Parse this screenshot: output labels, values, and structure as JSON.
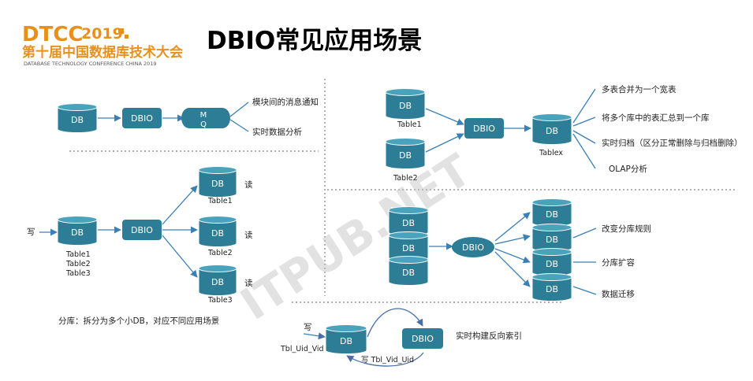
{
  "header": {
    "logo_main": "DTCC",
    "logo_year": "2019",
    "conference_cn": "第十届中国数据库技术大会",
    "conference_en": "DATABASE  TECHNOLOGY  CONFERENCE CHINA 2019",
    "title": "DBIO常见应用场景",
    "brand_orange": "#e8901c",
    "title_color": "#000000"
  },
  "colors": {
    "db_fill": "#2e7d96",
    "db_top": "#4aa3bd",
    "dbio_fill": "#2e7d96",
    "arrow": "#3a7fb5",
    "watermark": "#bfbfbf"
  },
  "watermark": "ITPUB.NET",
  "scenario1": {
    "db": "DB",
    "dbio": "DBIO",
    "mq_line1": "M",
    "mq_line2": "Q",
    "out1": "模块间的消息通知",
    "out2": "实时数据分析"
  },
  "scenario2": {
    "write": "写",
    "db": "DB",
    "source_tables": [
      "Table1",
      "Table2",
      "Table3"
    ],
    "dbio": "DBIO",
    "targets": [
      {
        "db": "DB",
        "table": "Table1",
        "read": "读"
      },
      {
        "db": "DB",
        "table": "Table2",
        "read": "读"
      },
      {
        "db": "DB",
        "table": "Table3",
        "read": "读"
      }
    ],
    "caption": "分库：拆分为多个小DB，对应不同应用场景"
  },
  "scenario3": {
    "sources": [
      {
        "db": "DB",
        "table": "Table1"
      },
      {
        "db": "DB",
        "table": "Table2"
      }
    ],
    "dbio": "DBIO",
    "target_db": "DB",
    "target_table": "Tablex",
    "outputs": [
      "多表合并为一个宽表",
      "将多个库中的表汇总到一个库",
      "实时归档（区分正常删除与归档删除）",
      "OLAP分析"
    ]
  },
  "scenario4": {
    "sources": [
      "DB",
      "DB",
      "DB"
    ],
    "dbio": "DBIO",
    "targets": [
      "DB",
      "DB",
      "DB",
      "DB"
    ],
    "outputs": [
      "改变分库规则",
      "分库扩容",
      "数据迁移"
    ]
  },
  "scenario5": {
    "write_top": "写",
    "db": "DB",
    "db_table": "Tbl_Uid_Vid",
    "dbio": "DBIO",
    "write_bottom": "写 Tbl_Vid_Uid",
    "caption": "实时构建反向索引"
  }
}
